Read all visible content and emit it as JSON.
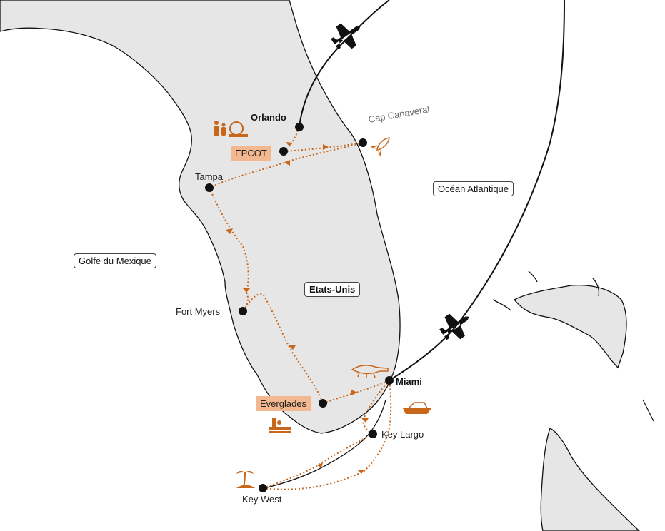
{
  "colors": {
    "land": "#e6e6e6",
    "route": "#c8661a",
    "flight": "#111111",
    "highlight": "#f3b88f"
  },
  "labels": {
    "orlando": "Orlando",
    "cap_canaveral": "Cap Canaveral",
    "epcot": "EPCOT",
    "tampa": "Tampa",
    "ocean": "Océan Atlantique",
    "gulf": "Golfe du Mexique",
    "usa": "Etats-Unis",
    "fort_myers": "Fort Myers",
    "miami": "Miami",
    "everglades": "Everglades",
    "key_largo": "Key Largo",
    "key_west": "Key West"
  },
  "icons": [
    "family-theme-park-icon",
    "rocket-icon",
    "crocodile-icon",
    "yacht-icon",
    "airboat-icon",
    "palm-beach-icon",
    "airplane-icon"
  ]
}
